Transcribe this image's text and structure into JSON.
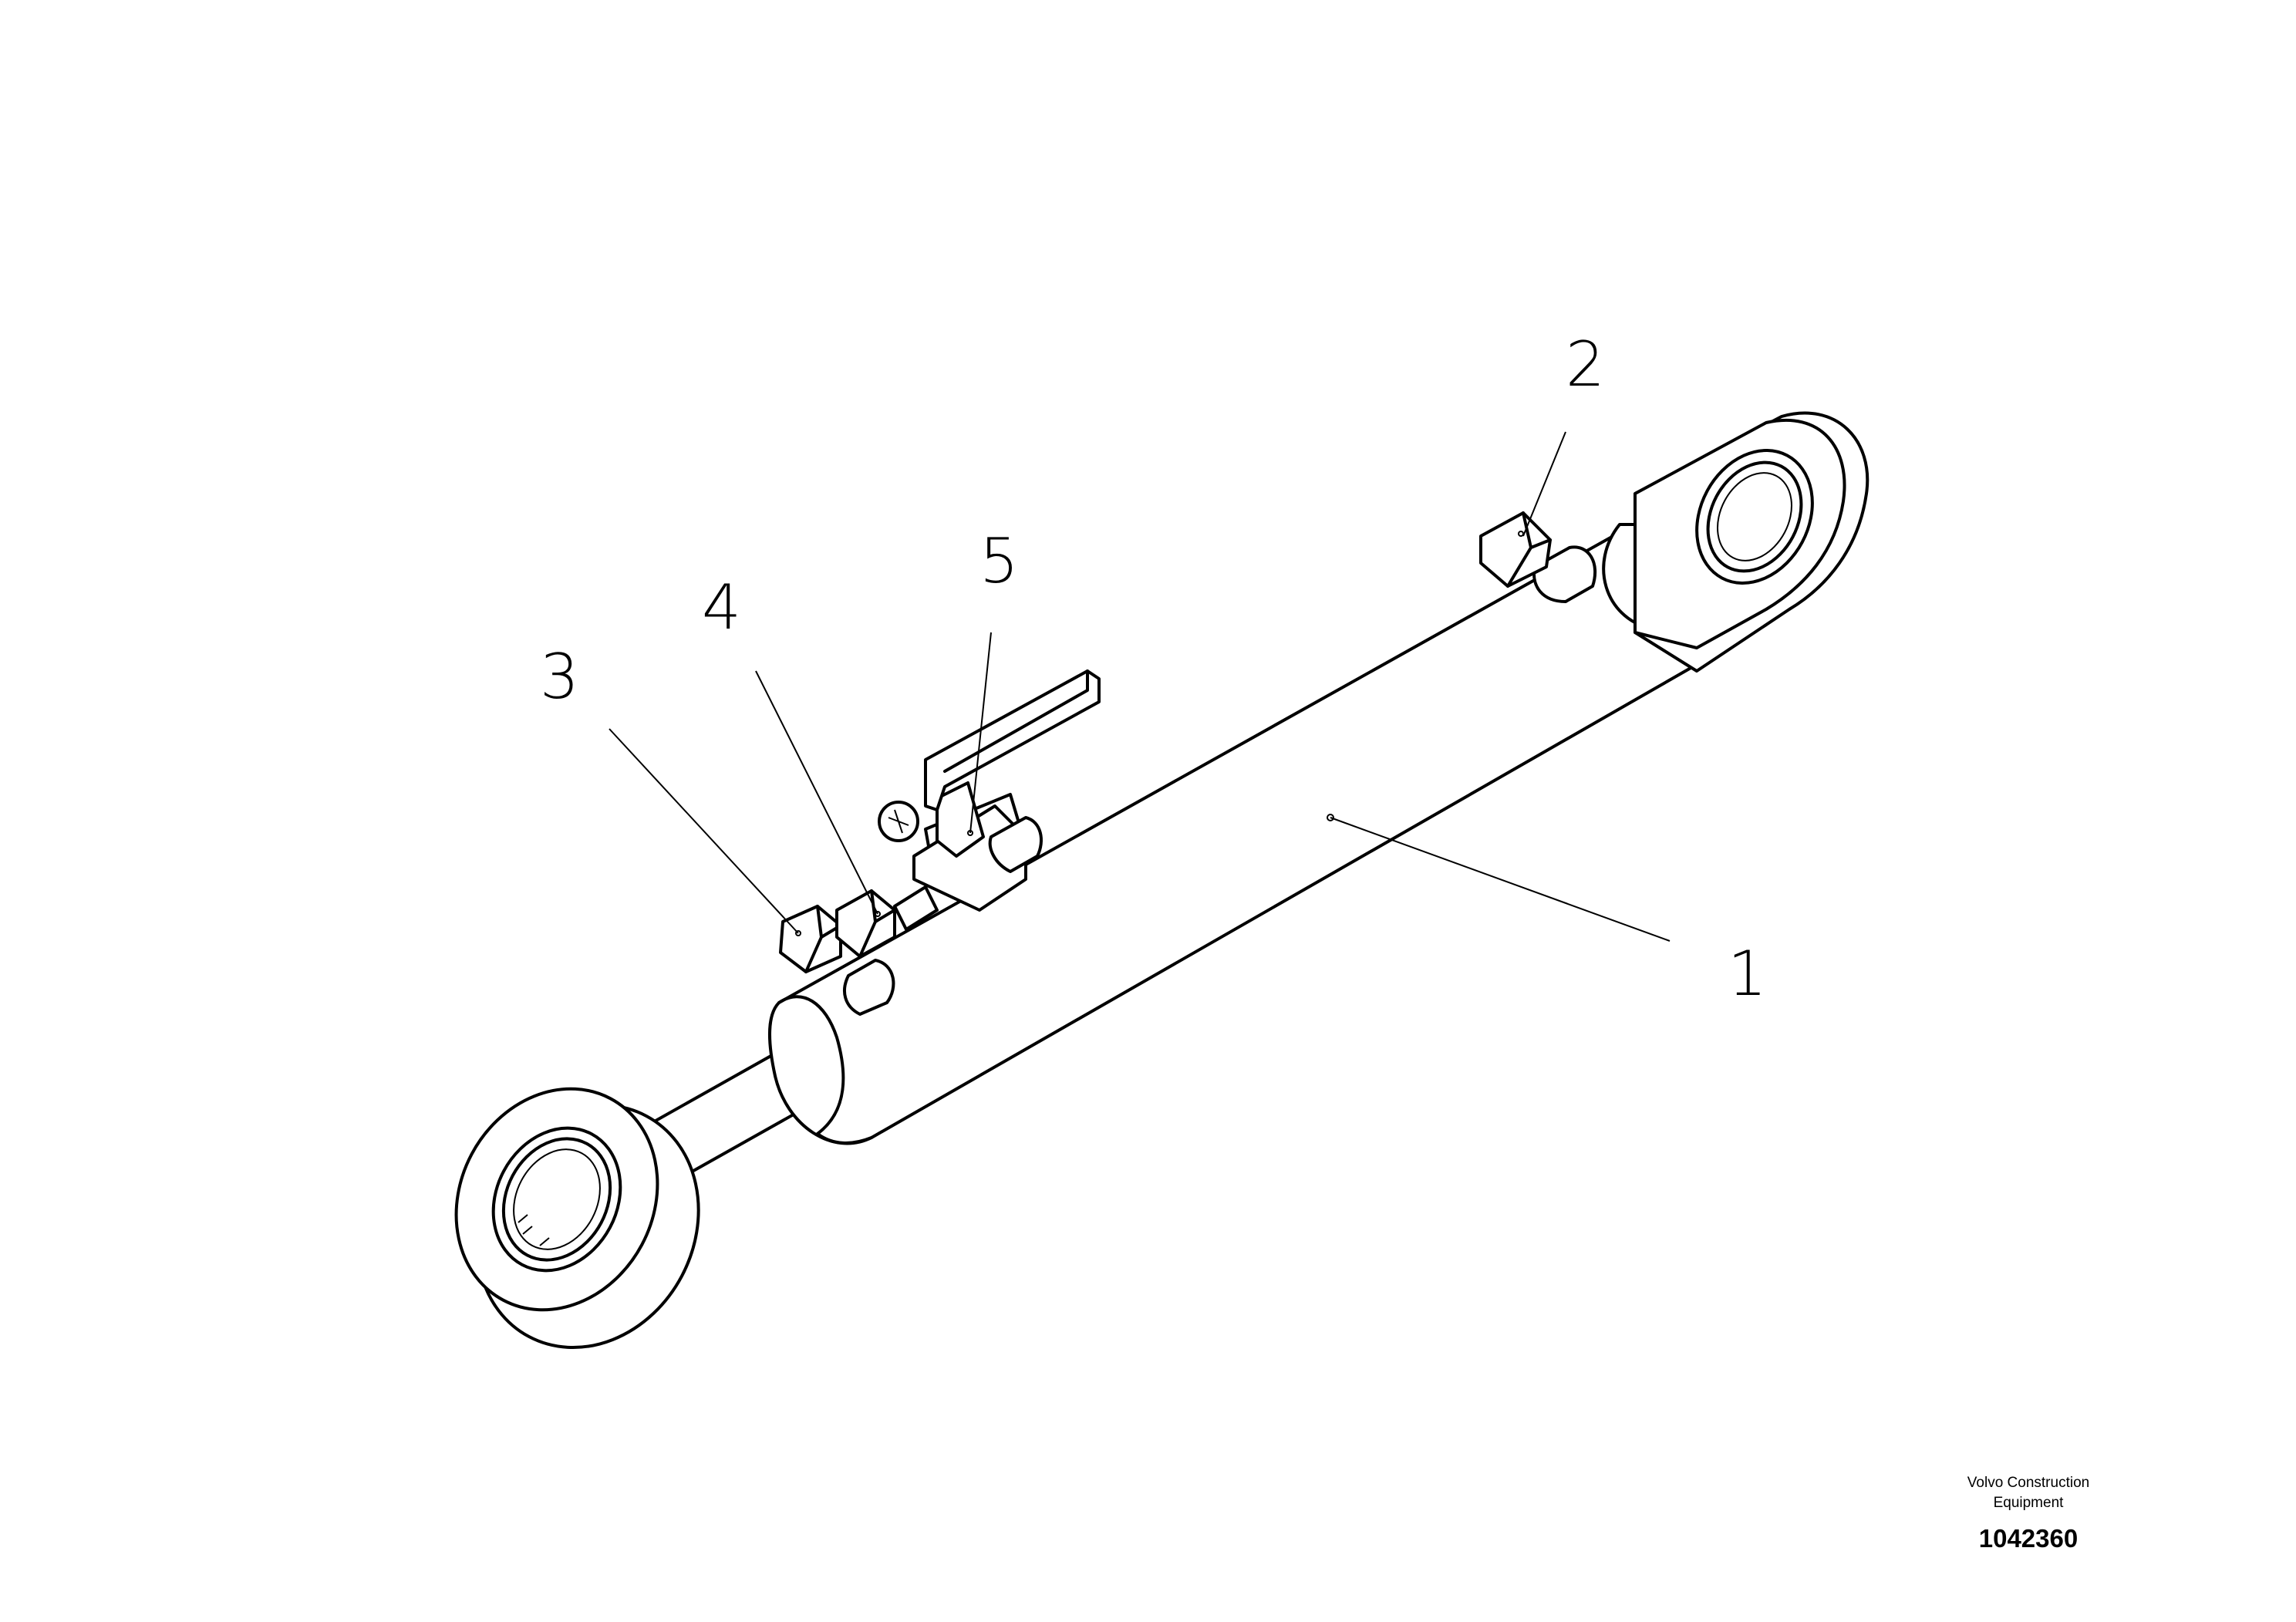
{
  "callouts": [
    {
      "id": "1",
      "label": "1"
    },
    {
      "id": "2",
      "label": "2"
    },
    {
      "id": "3",
      "label": "3"
    },
    {
      "id": "4",
      "label": "4"
    },
    {
      "id": "5",
      "label": "5"
    }
  ],
  "footer": {
    "company_line1": "Volvo Construction",
    "company_line2": "Equipment",
    "drawing_number": "1042360"
  },
  "colors": {
    "ink": "#000000",
    "paper": "#ffffff"
  }
}
